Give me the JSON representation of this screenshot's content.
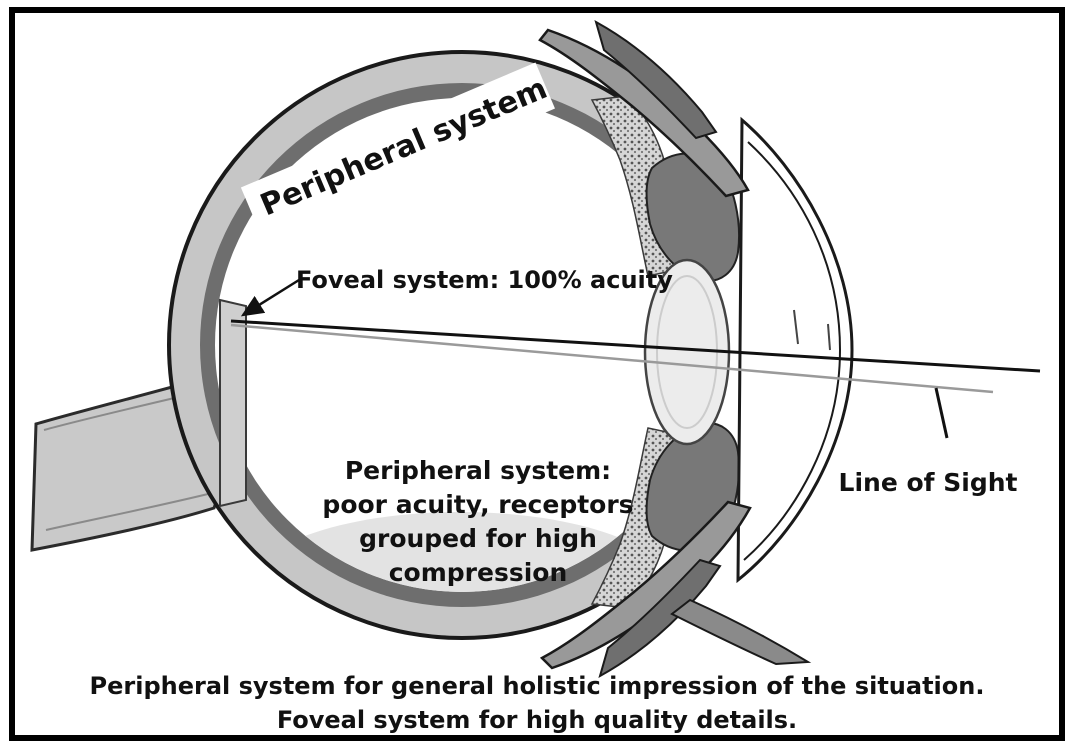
{
  "diagram": {
    "labels": {
      "peripheral_top": "Peripheral system",
      "foveal": "Foveal system: 100% acuity",
      "peripheral_center": [
        "Peripheral system:",
        "poor acuity, receptors",
        "grouped for high",
        "compression"
      ],
      "line_of_sight": "Line of Sight"
    },
    "caption": [
      "Peripheral system for general holistic impression of the situation.",
      "Foveal system for high quality details."
    ],
    "colors": {
      "ink": "#111111",
      "border": "#000000",
      "background": "#ffffff",
      "sclera_gray": "#c6c6c6",
      "choroid_dark_gray": "#6e6e6e",
      "interior_white": "#ffffff",
      "lens_light_gray": "#ececec",
      "optic_nerve_gray": "#c9c9c9",
      "muscle_gray": "#999999"
    }
  }
}
